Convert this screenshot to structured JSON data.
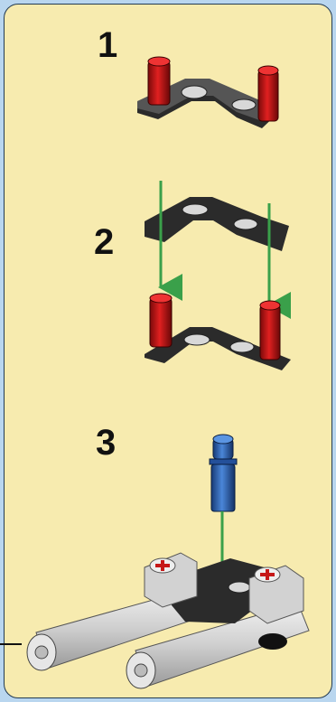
{
  "steps": [
    {
      "number": "1"
    },
    {
      "number": "2"
    },
    {
      "number": "3"
    }
  ],
  "colors": {
    "border_blue": "#b9d6ef",
    "panel_yellow": "#f7ebaf",
    "beam_dark": "#2b2b2b",
    "pin_red": "#c61818",
    "pin_blue": "#2a5fb0",
    "arrow_green": "#3aa04a",
    "axle_gray": "#d8d8d8"
  }
}
